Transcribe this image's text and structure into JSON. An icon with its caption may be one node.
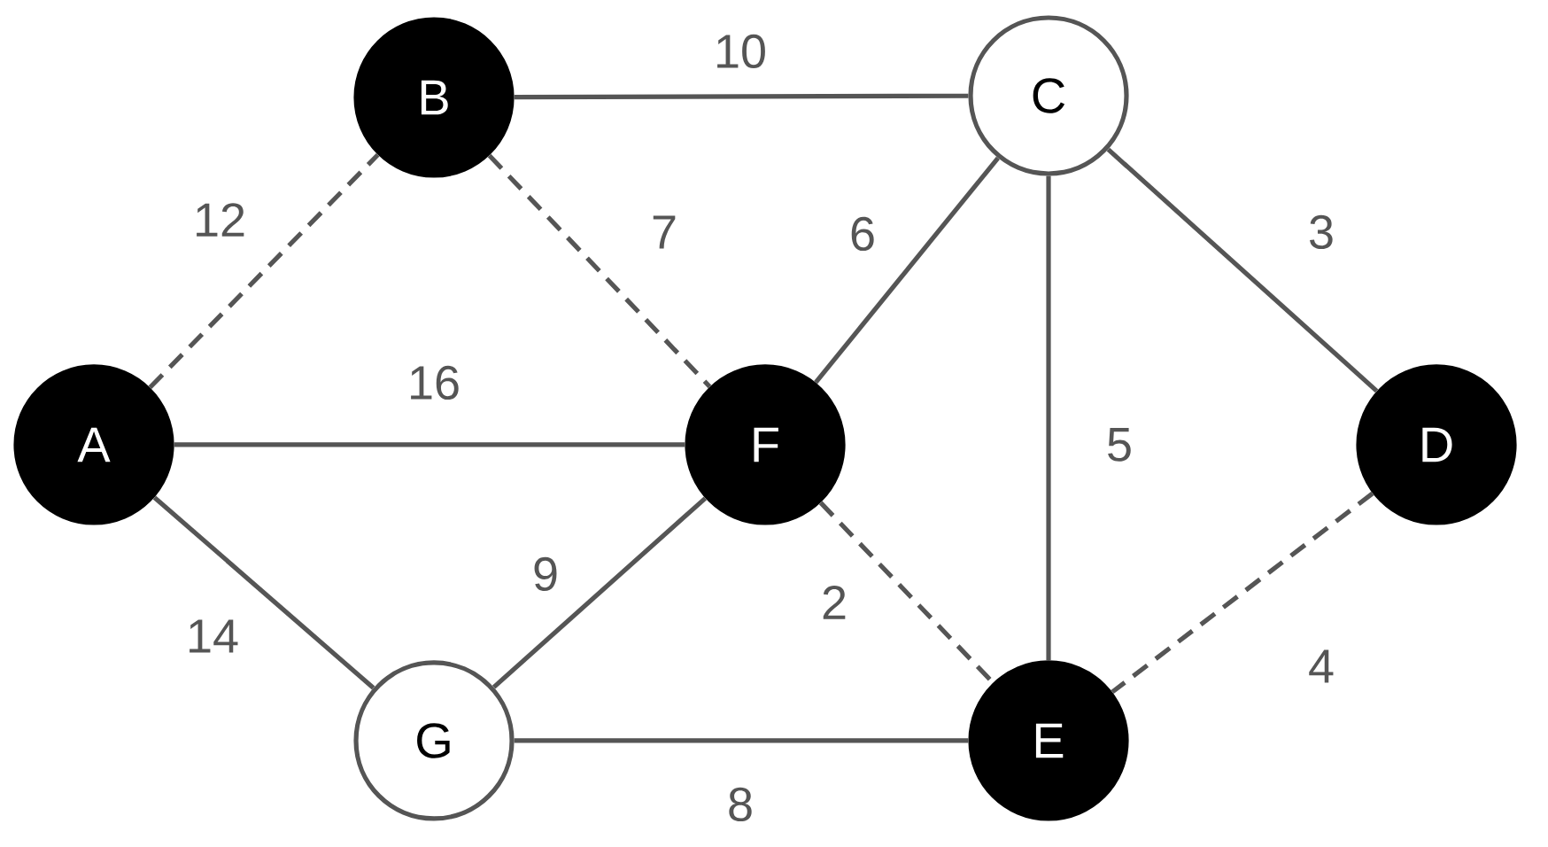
{
  "diagram": {
    "nodes": [
      {
        "text": [
          "A"
        ]
      },
      {
        "text": [
          "B"
        ]
      },
      {
        "text": [
          "C"
        ]
      },
      {
        "text": [
          "D"
        ]
      },
      {
        "text": [
          "E"
        ]
      },
      {
        "text": [
          "F"
        ]
      },
      {
        "text": [
          "G"
        ]
      }
    ],
    "edges": [
      {
        "from": 0,
        "to": 1,
        "arrow": "none",
        "label": "12",
        "style": "dashed"
      },
      {
        "from": 1,
        "to": 2,
        "arrow": "none",
        "label": "10"
      },
      {
        "from": 1,
        "to": 5,
        "arrow": "none",
        "label": "7",
        "style": "dashed"
      },
      {
        "from": 2,
        "to": 5,
        "arrow": "none",
        "label": "6"
      },
      {
        "from": 2,
        "to": 3,
        "arrow": "none",
        "label": "3"
      },
      {
        "from": 0,
        "to": 5,
        "arrow": "none",
        "label": "16"
      },
      {
        "from": 2,
        "to": 4,
        "arrow": "none",
        "label": "5"
      },
      {
        "from": 0,
        "to": 6,
        "arrow": "none",
        "label": "14"
      },
      {
        "from": 6,
        "to": 5,
        "arrow": "none",
        "label": "9"
      },
      {
        "from": 5,
        "to": 4,
        "arrow": "none",
        "label": "2",
        "style": "dashed"
      },
      {
        "from": 3,
        "to": 4,
        "arrow": "none",
        "label": "4",
        "style": "dashed"
      },
      {
        "from": 6,
        "to": 4,
        "arrow": "none",
        "label": "8"
      }
    ]
  }
}
